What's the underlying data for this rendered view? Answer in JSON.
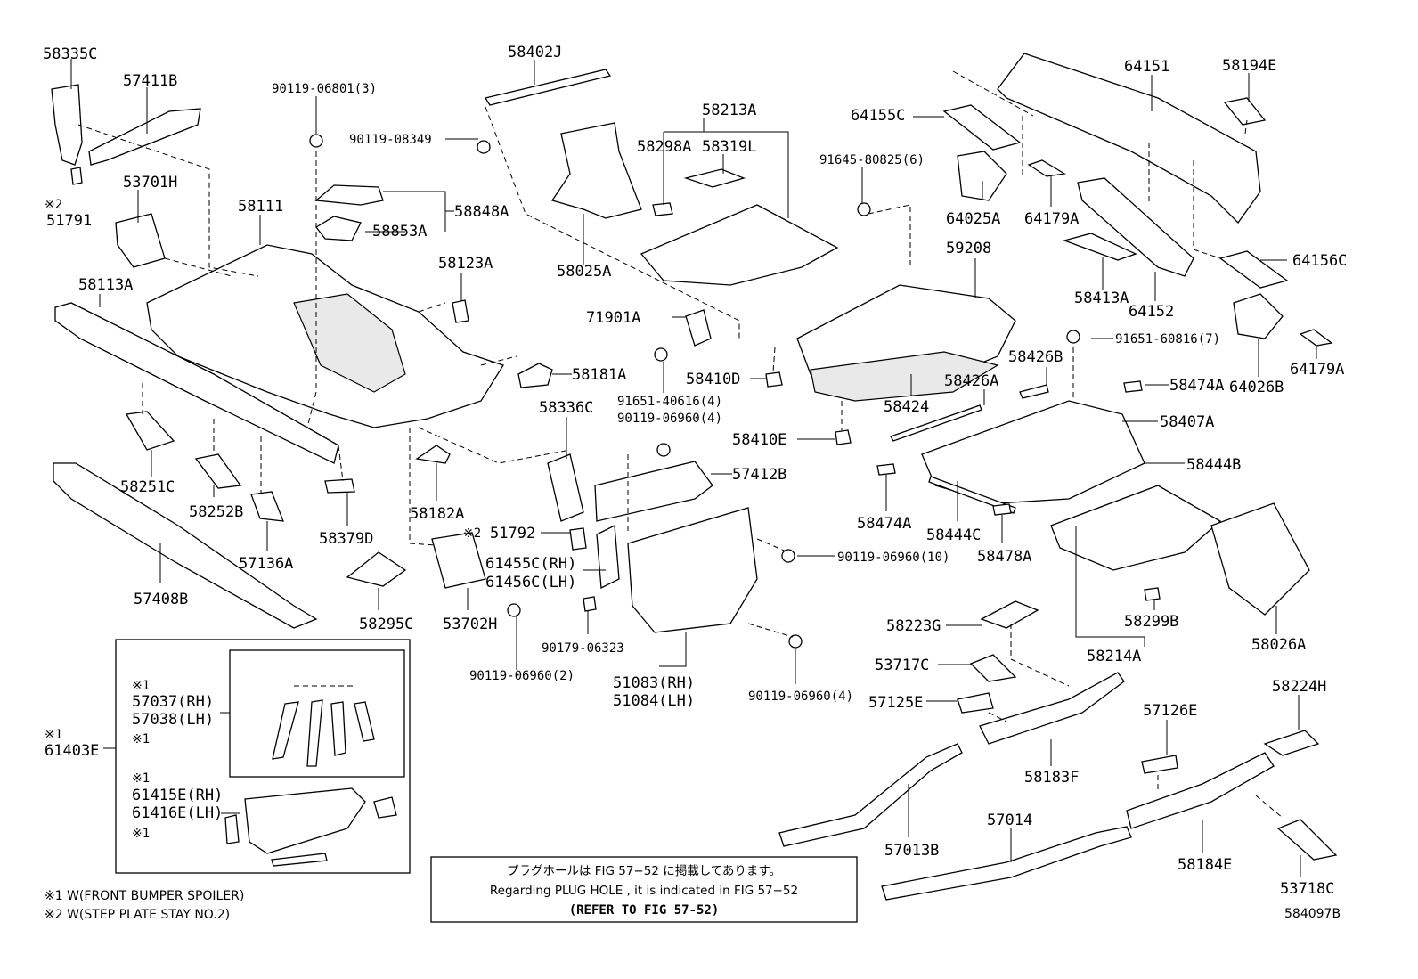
{
  "labels": {
    "p58335C": "58335C",
    "p57411B": "57411B",
    "p90119_06801": "90119-06801(3)",
    "p58402J": "58402J",
    "p90119_08349": "90119-08349",
    "p58213A": "58213A",
    "p58298A": "58298A",
    "p58319L": "58319L",
    "p64155C": "64155C",
    "p64151": "64151",
    "p58194E": "58194E",
    "p91645_80825": "91645-80825(6)",
    "p53701H": "53701H",
    "p58111": "58111",
    "p58848A": "58848A",
    "p58853A": "58853A",
    "p51791": "51791",
    "p64025A": "64025A",
    "p64179A_top": "64179A",
    "p58123A": "58123A",
    "p58025A": "58025A",
    "p59208": "59208",
    "p64156C": "64156C",
    "p58113A": "58113A",
    "p58413A": "58413A",
    "p64152": "64152",
    "p71901A": "71901A",
    "p91651_60816": "91651-60816(7)",
    "p58181A": "58181A",
    "p58410D": "58410D",
    "p64179A_bot": "64179A",
    "p64026B": "64026B",
    "p91651_40616": "91651-40616(4)",
    "p58426B": "58426B",
    "p58474A_top": "58474A",
    "p58426A": "58426A",
    "p58336C": "58336C",
    "p90119_06960_4a": "90119-06960(4)",
    "p58424": "58424",
    "p58407A": "58407A",
    "p58410E": "58410E",
    "p58444B": "58444B",
    "p57412B": "57412B",
    "p58251C": "58251C",
    "p58252B": "58252B",
    "p57136A": "57136A",
    "p58379D": "58379D",
    "p58182A": "58182A",
    "p58474A_bot": "58474A",
    "p58444C": "58444C",
    "p58478A": "58478A",
    "p51792": "51792",
    "p90119_06960_10": "90119-06960(10)",
    "p61455C": "61455C(RH)",
    "p61456C": "61456C(LH)",
    "p57408B": "57408B",
    "p58295C": "58295C",
    "p53702H": "53702H",
    "p90179_06323": "90179-06323",
    "p58223G": "58223G",
    "p58299B": "58299B",
    "p58214A": "58214A",
    "p58026A": "58026A",
    "p53717C": "53717C",
    "p90119_06960_2": "90119-06960(2)",
    "p51083": "51083(RH)",
    "p51084": "51084(LH)",
    "p90119_06960_4b": "90119-06960(4)",
    "p57125E": "57125E",
    "p57037": "57037(RH)",
    "p57038": "57038(LH)",
    "p61403E": "61403E",
    "p58224H": "58224H",
    "p57126E": "57126E",
    "p58183F": "58183F",
    "p61415E": "61415E(RH)",
    "p61416E": "61416E(LH)",
    "p57014": "57014",
    "p57013B": "57013B",
    "p58184E": "58184E",
    "p53718C": "53718C"
  },
  "markers": {
    "m1": "※1",
    "m2": "※2"
  },
  "notes": {
    "line_jp": "プラグホールは FIG 57−52 に掲載してあります。",
    "line_en": "Regarding PLUG HOLE , it is indicated in FIG 57−52",
    "line_ref": "(REFER TO FIG 57-52)"
  },
  "footnotes": {
    "f1": "※1 W(FRONT BUMPER SPOILER)",
    "f2": "※2 W(STEP PLATE STAY NO.2)"
  },
  "figure_id": "584097B"
}
